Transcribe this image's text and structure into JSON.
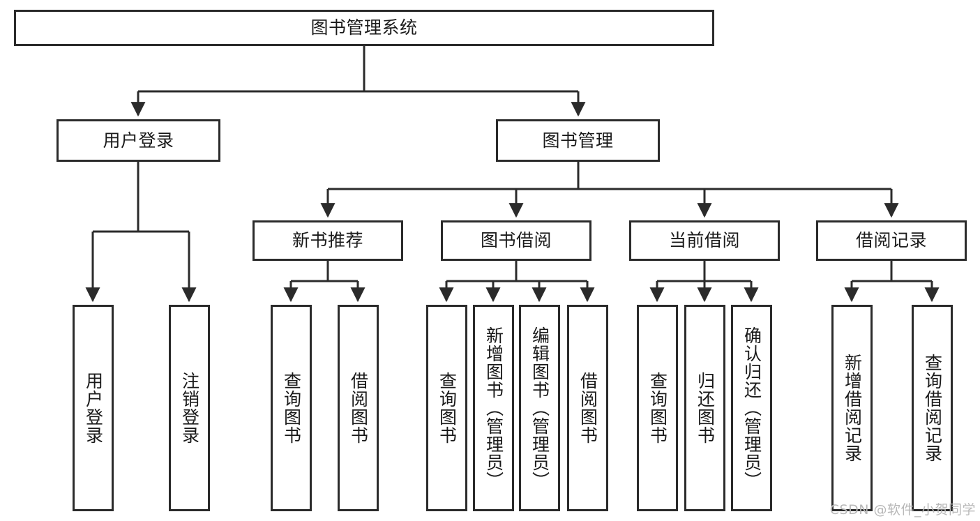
{
  "diagram": {
    "title": "图书管理系统",
    "type": "tree-hierarchy",
    "root": {
      "id": "root",
      "label": "图书管理系统"
    },
    "level2": [
      {
        "id": "user-login",
        "label": "用户登录"
      },
      {
        "id": "book-management",
        "label": "图书管理"
      }
    ],
    "level3": [
      {
        "id": "new-book-recommend",
        "label": "新书推荐",
        "parent": "book-management"
      },
      {
        "id": "book-borrow",
        "label": "图书借阅",
        "parent": "book-management"
      },
      {
        "id": "current-borrow",
        "label": "当前借阅",
        "parent": "book-management"
      },
      {
        "id": "borrow-record",
        "label": "借阅记录",
        "parent": "book-management"
      }
    ],
    "leaves": [
      {
        "id": "leaf-user-login",
        "label": "用户登录",
        "parent": "user-login"
      },
      {
        "id": "leaf-logout-login",
        "label": "注销登录",
        "parent": "user-login"
      },
      {
        "id": "leaf-query-book-1",
        "label": "查询图书",
        "parent": "new-book-recommend"
      },
      {
        "id": "leaf-borrow-book-1",
        "label": "借阅图书",
        "parent": "new-book-recommend"
      },
      {
        "id": "leaf-query-book-2",
        "label": "查询图书",
        "parent": "book-borrow"
      },
      {
        "id": "leaf-add-book",
        "label": "新增图书（管理员）",
        "parent": "book-borrow"
      },
      {
        "id": "leaf-edit-book",
        "label": "编辑图书（管理员）",
        "parent": "book-borrow"
      },
      {
        "id": "leaf-borrow-book-2",
        "label": "借阅图书",
        "parent": "book-borrow"
      },
      {
        "id": "leaf-query-book-3",
        "label": "查询图书",
        "parent": "current-borrow"
      },
      {
        "id": "leaf-return-book",
        "label": "归还图书",
        "parent": "current-borrow"
      },
      {
        "id": "leaf-confirm-return",
        "label": "确认归还（管理员）",
        "parent": "current-borrow"
      },
      {
        "id": "leaf-add-record",
        "label": "新增借阅记录",
        "parent": "borrow-record"
      },
      {
        "id": "leaf-query-record",
        "label": "查询借阅记录",
        "parent": "borrow-record"
      }
    ]
  },
  "watermark": {
    "text": "CSDN @软件_小贺同学"
  },
  "colors": {
    "stroke": "#2b2b2b",
    "background": "#ffffff",
    "text": "#1a1a1a",
    "watermark": "#b8b8b8"
  }
}
